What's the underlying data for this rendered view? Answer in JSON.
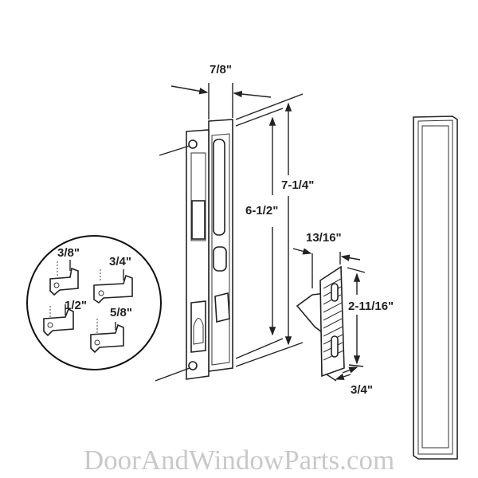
{
  "dimensions": {
    "lock_width": "7/8\"",
    "overall_height": "7-1/4\"",
    "hole_spacing": "6-1/2\"",
    "keeper_depth": "13/16\"",
    "keeper_height": "2-11/16\"",
    "keeper_width": "3/4\""
  },
  "hook_sizes": [
    "3/8\"",
    "3/4\"",
    "1/2\"",
    "5/8\""
  ],
  "watermark": "DoorAndWindowParts.com"
}
